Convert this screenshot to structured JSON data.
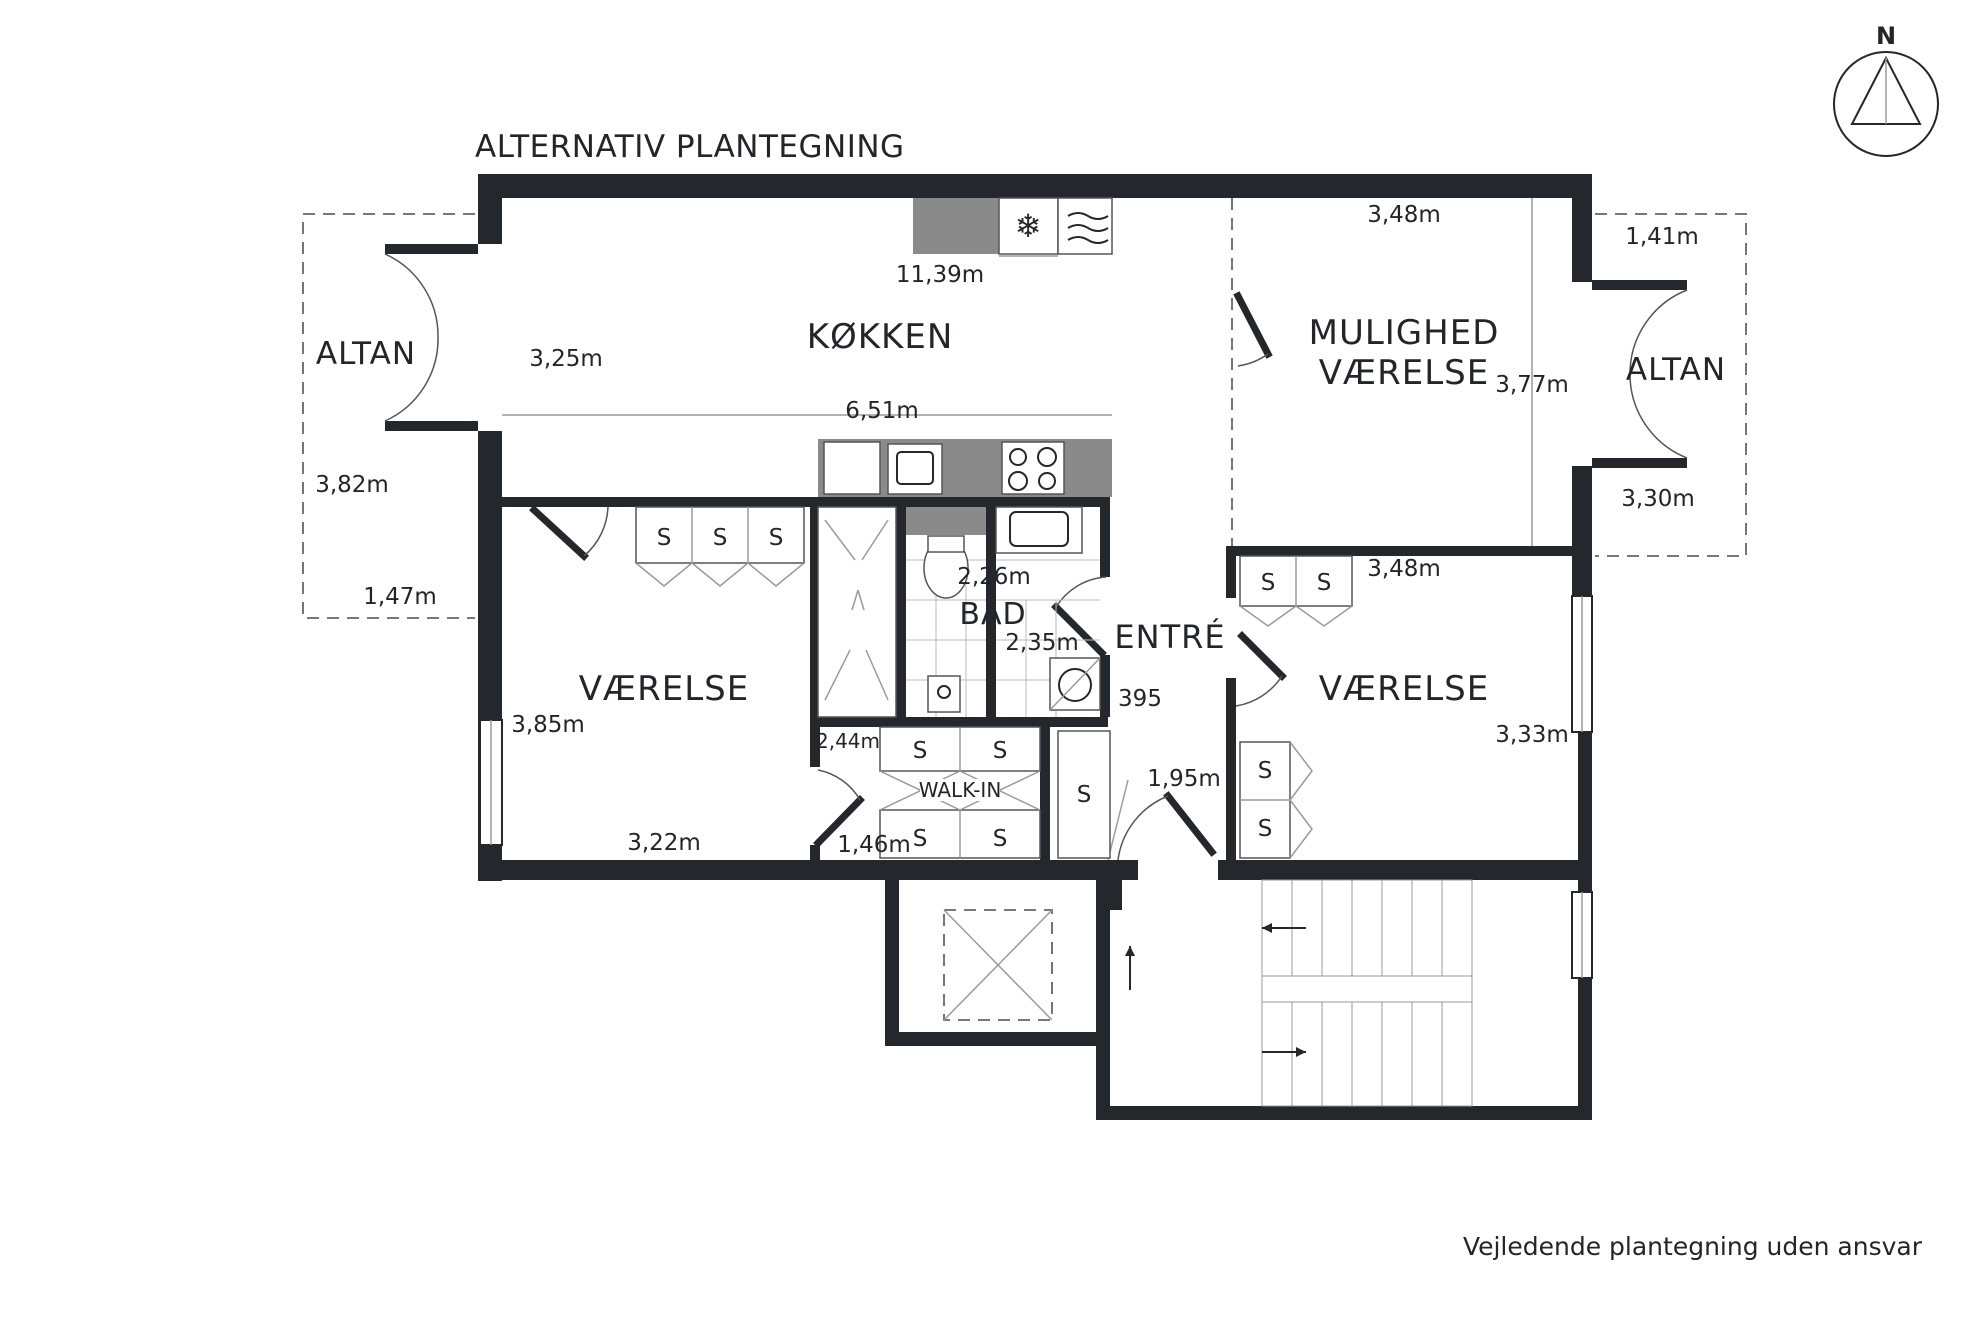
{
  "title": "ALTERNATIV PLANTEGNING",
  "compass": {
    "label": "N"
  },
  "rooms": {
    "kitchen": "KØKKEN",
    "optional_room_line1": "MULIGHED",
    "optional_room_line2": "VÆRELSE",
    "bedroom_left": "VÆRELSE",
    "bedroom_right": "VÆRELSE",
    "bathroom": "BAD",
    "entrance": "ENTRÉ",
    "balcony_left": "ALTAN",
    "balcony_right": "ALTAN",
    "walk_in": "WALK-IN"
  },
  "storage_label": "S",
  "dimensions": {
    "kitchen_length": "11,39m",
    "kitchen_depth": "3,25m",
    "kitchen_counter": "6,51m",
    "optional_room_width": "3,48m",
    "optional_room_depth": "3,77m",
    "balcony_right_width": "1,41m",
    "balcony_right_depth": "3,30m",
    "balcony_left_depth": "3,82m",
    "balcony_left_width": "1,47m",
    "bedroom_left_depth": "3,85m",
    "bedroom_left_width": "3,22m",
    "bath_width": "2,26m",
    "bath_depth": "2,35m",
    "entrance_code": "395",
    "entrance_width": "1,95m",
    "walkin_width": "2,44m",
    "walkin_depth": "1,46m",
    "bedroom_right_width": "3,48m",
    "bedroom_right_depth": "3,33m"
  },
  "caption": "Vejledende plantegning uden ansvar"
}
